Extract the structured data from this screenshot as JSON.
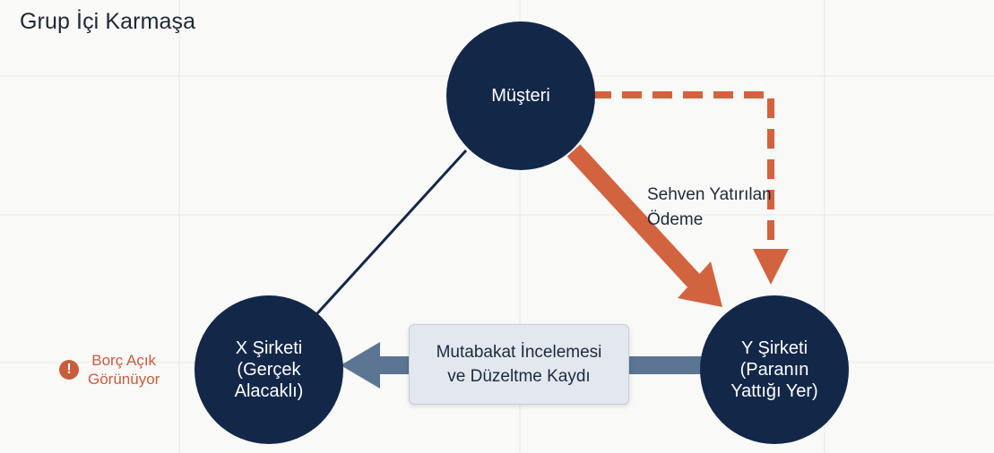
{
  "title": "Grup İçi Karmaşa",
  "nodes": {
    "customer": "Müşteri",
    "company_x": "X Şirketi\n(Gerçek\nAlacaklı)",
    "company_y": "Y Şirketi\n(Paranın\nYattığı Yer)"
  },
  "edges": {
    "mistaken_payment_label": "Sehven Yatırılan\nÖdeme",
    "reconciliation_label": "Mutabakat İncelemesi\nve Düzeltme Kaydı"
  },
  "warning": {
    "icon": "exclamation-icon",
    "text": "Borç Açık\nGörünüyor"
  },
  "colors": {
    "node_fill": "#132749",
    "accent_orange": "#d2633f",
    "reconciliation_arrow": "#5b7593",
    "warning_text": "#c85c3c"
  }
}
